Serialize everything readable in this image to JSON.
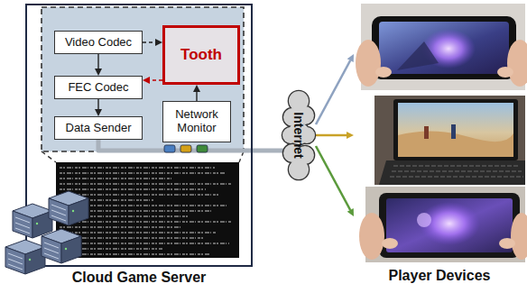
{
  "diagram": {
    "nodes": [
      {
        "text": [
          "Cloud Game Server"
        ]
      },
      {
        "text": [
          "Video Codec"
        ],
        "in": 0
      },
      {
        "text": [
          "FEC Codec"
        ],
        "in": 0
      },
      {
        "text": [
          "Data Sender"
        ],
        "in": 0
      },
      {
        "text": [
          "Tooth"
        ],
        "in": 0
      },
      {
        "text": [
          "Network Monitor"
        ],
        "in": 0
      },
      {
        "text": [
          "Internet"
        ]
      },
      {
        "text": [
          "Player Devices"
        ]
      }
    ],
    "edges": [
      {
        "from": 1,
        "to": 2,
        "arrow": "to"
      },
      {
        "from": 2,
        "to": 3,
        "arrow": "to"
      },
      {
        "from": 1,
        "to": 4,
        "arrow": "to"
      },
      {
        "from": 4,
        "to": 2,
        "arrow": "to"
      },
      {
        "from": 5,
        "to": 4,
        "arrow": "to"
      },
      {
        "from": 3,
        "to": 6,
        "arrow": "none"
      },
      {
        "from": 6,
        "to": 7,
        "arrow": "to"
      },
      {
        "from": 6,
        "to": 7,
        "arrow": "to"
      },
      {
        "from": 6,
        "to": 7,
        "arrow": "to"
      }
    ]
  }
}
